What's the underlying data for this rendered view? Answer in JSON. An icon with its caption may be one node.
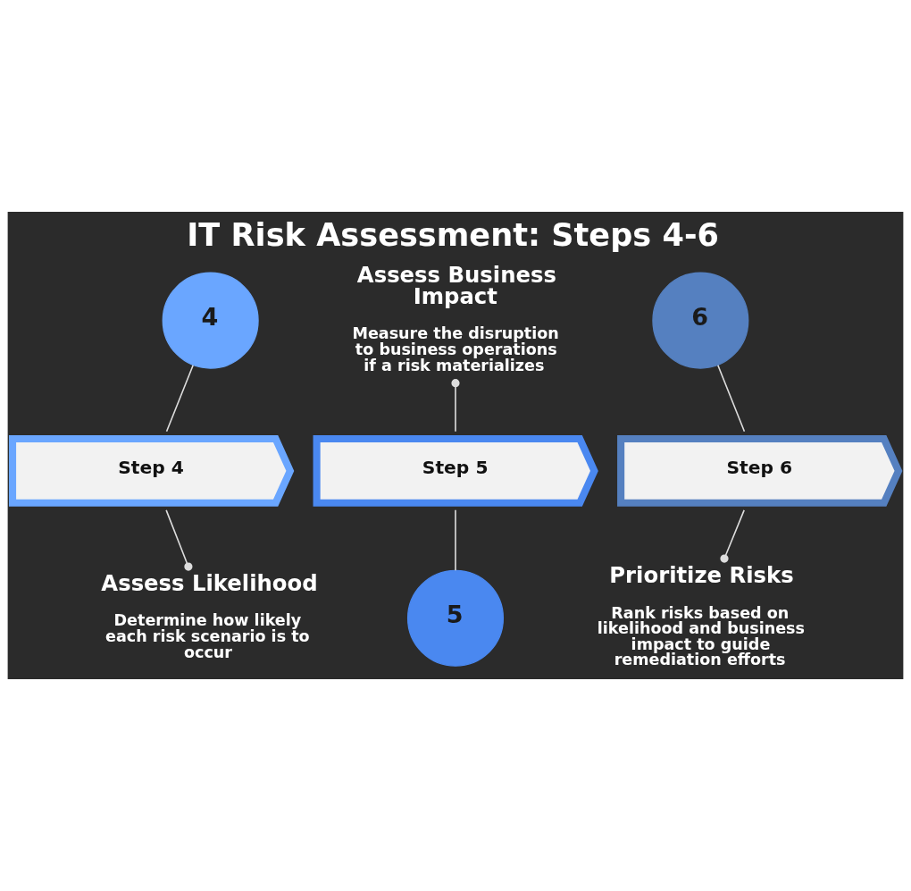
{
  "diagram": {
    "title": "IT Risk Assessment: Steps 4-6",
    "nodes": [
      {
        "text": [
          "Step 4"
        ]
      },
      {
        "text": [
          "Step 5"
        ]
      },
      {
        "text": [
          "Step 6"
        ]
      },
      {
        "text": [
          "4"
        ]
      },
      {
        "text": [
          "5"
        ]
      },
      {
        "text": [
          "6"
        ]
      },
      {
        "text": [
          "Assess Likelihood",
          "Determine how likely each risk scenario is to occur"
        ]
      },
      {
        "text": [
          "Assess Business Impact",
          "Measure the disruption to business operations if a risk materializes"
        ]
      },
      {
        "text": [
          "Prioritize Risks",
          "Rank risks based on likelihood and business impact to guide remediation efforts"
        ]
      }
    ],
    "edges": [
      {
        "from": 3,
        "to": 0,
        "arrow": "none"
      },
      {
        "from": 0,
        "to": 6,
        "arrow": "other"
      },
      {
        "from": 4,
        "to": 1,
        "arrow": "none"
      },
      {
        "from": 1,
        "to": 7,
        "arrow": "other"
      },
      {
        "from": 5,
        "to": 2,
        "arrow": "none"
      },
      {
        "from": 2,
        "to": 8,
        "arrow": "other"
      }
    ]
  }
}
